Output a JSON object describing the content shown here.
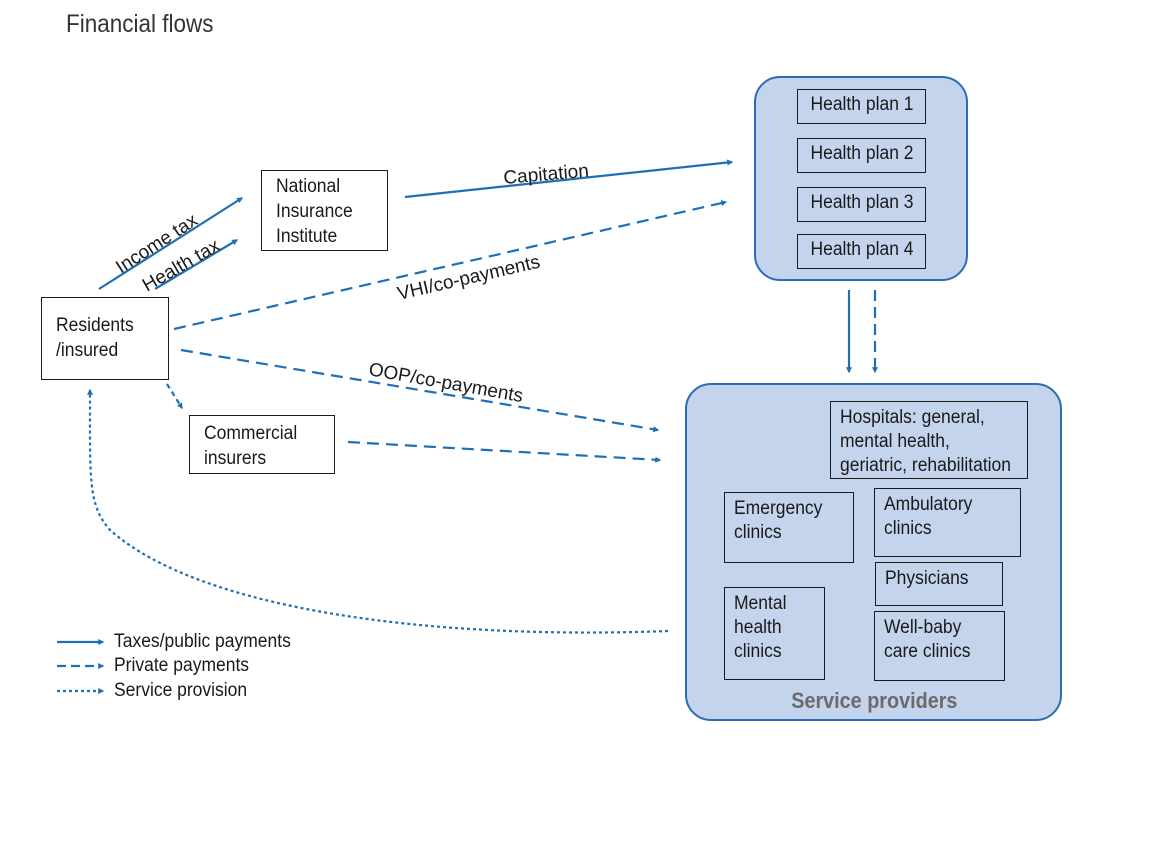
{
  "title": "Financial flows",
  "nodes": {
    "residents": "Residents\n/insured",
    "nii": "National\nInsurance\nInstitute",
    "commercial": "Commercial\ninsurers"
  },
  "health_plans": [
    "Health plan 1",
    "Health plan 2",
    "Health plan 3",
    "Health plan 4"
  ],
  "providers": {
    "hospitals": "Hospitals: general,\nmental health,\ngeriatric, rehabilitation",
    "emergency": "Emergency\nclinics",
    "ambulatory": "Ambulatory\nclinics",
    "physicians": "Physicians",
    "mental": "Mental\nhealth\nclinics",
    "wellbaby": "Well-baby\ncare clinics",
    "group_label": "Service providers"
  },
  "flows": {
    "income_tax": "Income tax",
    "health_tax": "Health tax",
    "capitation": "Capitation",
    "vhi": "VHI/co-payments",
    "oop": "OOP/co-payments"
  },
  "legend": {
    "taxes": "Taxes/public payments",
    "private": "Private payments",
    "service": "Service provision"
  },
  "colors": {
    "accent": "#1f6fb5",
    "panel_fill": "#c3d4ec",
    "panel_border": "#2a6db5"
  }
}
